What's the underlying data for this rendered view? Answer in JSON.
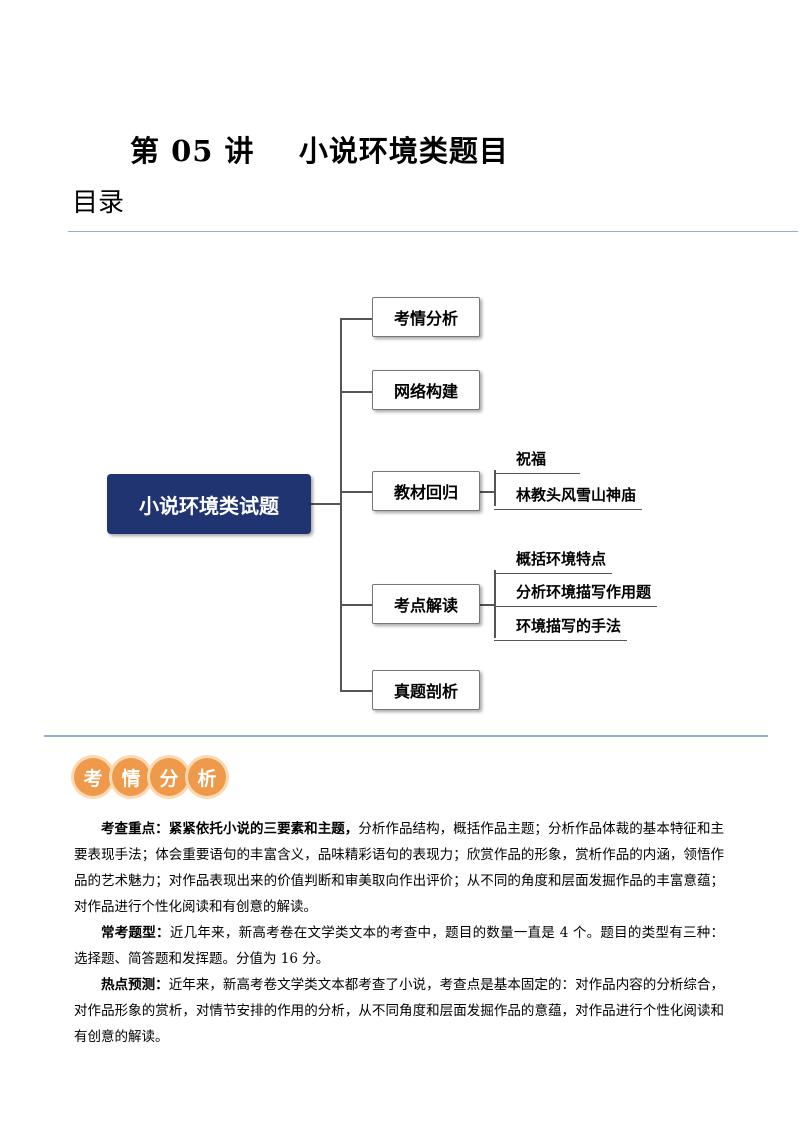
{
  "header": {
    "title": "第 05 讲    小说环境类题目",
    "toc_label": "目录"
  },
  "mindmap": {
    "root": "小说环境类试题",
    "branches": [
      {
        "label": "考情分析",
        "children": []
      },
      {
        "label": "网络构建",
        "children": []
      },
      {
        "label": "教材回归",
        "children": [
          "祝福",
          "林教头风雪山神庙"
        ]
      },
      {
        "label": "考点解读",
        "children": [
          "概括环境特点",
          "分析环境描写作用题",
          "环境描写的手法"
        ]
      },
      {
        "label": "真题剖析",
        "children": []
      }
    ]
  },
  "section_badge": [
    "考",
    "情",
    "分",
    "析"
  ],
  "paragraphs": [
    {
      "lead": "考查重点：紧紧依托小说的三要素和主题，",
      "text": "分析作品结构，概括作品主题；分析作品体裁的基本特征和主要表现手法；体会重要语句的丰富含义，品味精彩语句的表现力；欣赏作品的形象，赏析作品的内涵，领悟作品的艺术魅力；对作品表现出来的价值判断和审美取向作出评价；从不同的角度和层面发掘作品的丰富意蕴；对作品进行个性化阅读和有创意的解读。"
    },
    {
      "lead": "常考题型：",
      "text": "近几年来，新高考卷在文学类文本的考查中，题目的数量一直是 4 个。题目的类型有三种：选择题、简答题和发挥题。分值为 16 分。"
    },
    {
      "lead": "热点预测：",
      "text": "近年来，新高考卷文学类文本都考查了小说，考查点是基本固定的：对作品内容的分析综合，对作品形象的赏析，对情节安排的作用的分析，从不同角度和层面发掘作品的意蕴，对作品进行个性化阅读和有创意的解读。"
    }
  ]
}
